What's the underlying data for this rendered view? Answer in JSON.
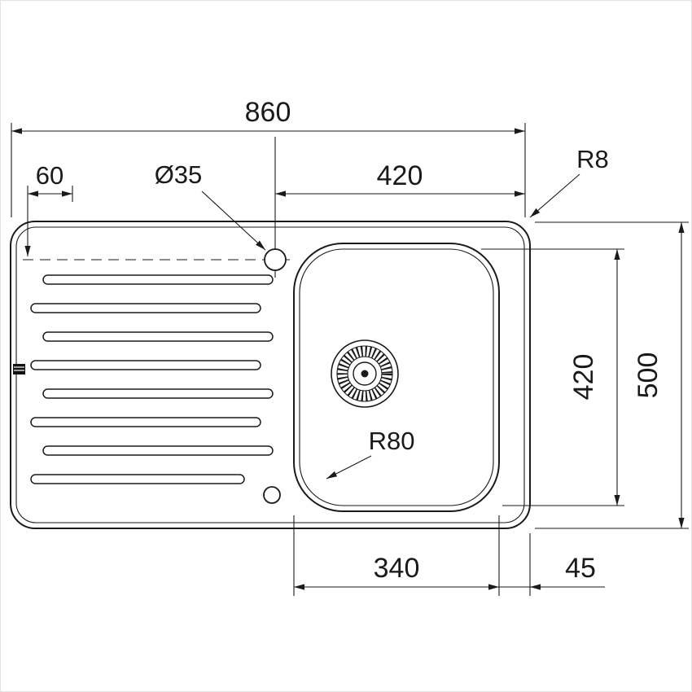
{
  "drawing": {
    "type": "technical-dimension-drawing",
    "subject": "inset kitchen sink with single bowl, drainer, tap hole and waste - top view",
    "colors": {
      "line": "#1a1a1a",
      "background": "#ffffff"
    },
    "labels": {
      "overall_width": "860",
      "bowl_span_top": "420",
      "left_offset": "60",
      "tap_hole_diameter": "Ø35",
      "corner_radius": "R8",
      "bowl_depth": "420",
      "overall_depth": "500",
      "bowl_corner_radius": "R80",
      "bowl_width_bottom": "340",
      "bowl_right_offset": "45"
    }
  }
}
